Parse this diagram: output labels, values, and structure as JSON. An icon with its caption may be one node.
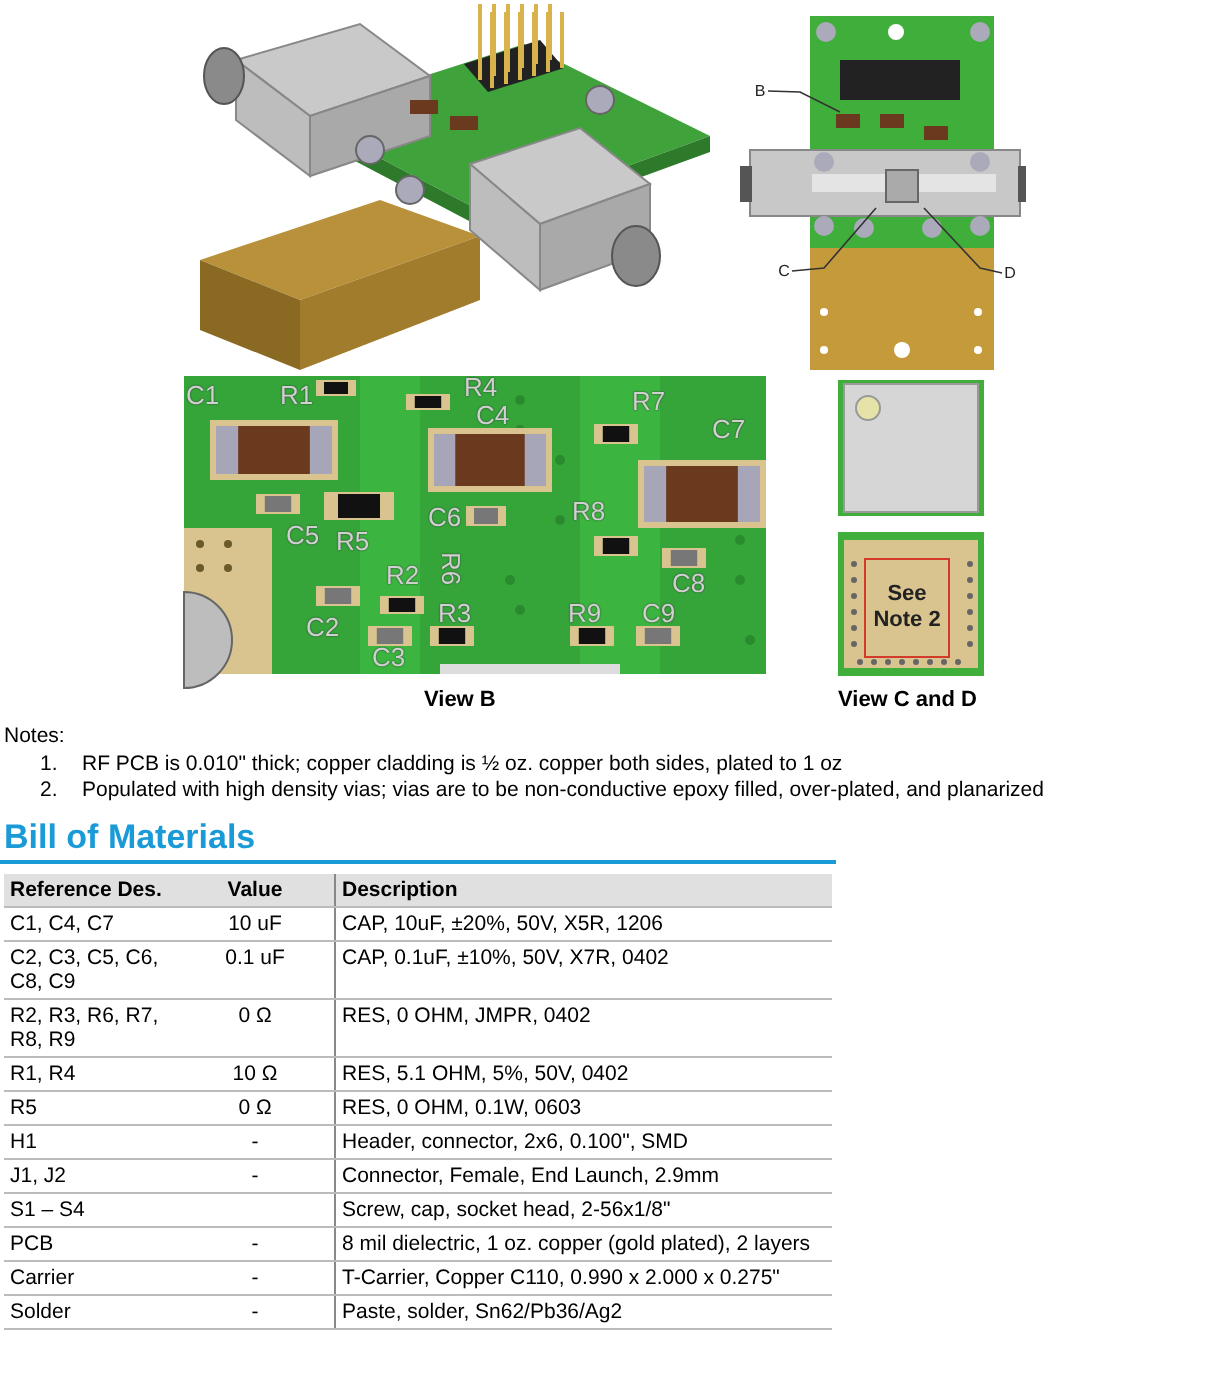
{
  "diagram": {
    "title": "Bill of Materials",
    "nodes": [
      {
        "text": [
          "B"
        ]
      },
      {
        "text": [
          "C"
        ]
      },
      {
        "text": [
          "D"
        ]
      }
    ],
    "edges": [
      {
        "from": 0,
        "to": null,
        "arrow": "none"
      },
      {
        "from": 1,
        "to": null,
        "arrow": "none"
      },
      {
        "from": 2,
        "to": null,
        "arrow": "none"
      }
    ],
    "labels": [
      "C1",
      "R1",
      "R4",
      "C4",
      "R7",
      "C7",
      "C5",
      "R5",
      "C6",
      "R8",
      "R6",
      "R2",
      "C8",
      "R3",
      "C2",
      "R9",
      "C9",
      "C3",
      "See Note 2",
      "View B",
      "View C and D",
      "Notes:",
      "1.",
      "RF PCB is 0.010\" thick; copper cladding is ½ oz. copper both sides, plated to 1 oz",
      "2.",
      "Populated with high density vias; vias are to be non-conductive epoxy filled, over-plated, and planarized",
      "Reference Des.",
      "Value",
      "Description",
      "C1, C4, C7",
      "10 uF",
      "CAP, 10uF, ±20%, 50V, X5R, 1206",
      "C2, C3, C5, C6, C8, C9",
      "0.1 uF",
      "CAP, 0.1uF, ±10%, 50V,  X7R, 0402",
      "R2, R3, R6, R7, R8, R9",
      "0 Ω",
      "RES, 0 OHM, JMPR, 0402",
      "R1, R4",
      "10 Ω",
      "RES, 5.1 OHM, 5%, 50V, 0402",
      "R5",
      "0 Ω",
      "RES, 0 OHM, 0.1W, 0603",
      "H1",
      "-",
      "Header, connector, 2x6, 0.100\", SMD",
      "J1, J2",
      "-",
      "Connector, Female, End Launch, 2.9mm",
      "S1 – S4",
      "Screw, cap, socket head, 2-56x1/8\"",
      "PCB",
      "-",
      "8 mil dielectric, 1 oz. copper (gold plated), 2 layers",
      "Carrier",
      "-",
      "T-Carrier, Copper C110, 0.990 x 2.000 x 0.275\"",
      "Solder",
      "-",
      "Paste, solder, Sn62/Pb36/Ag2"
    ]
  }
}
